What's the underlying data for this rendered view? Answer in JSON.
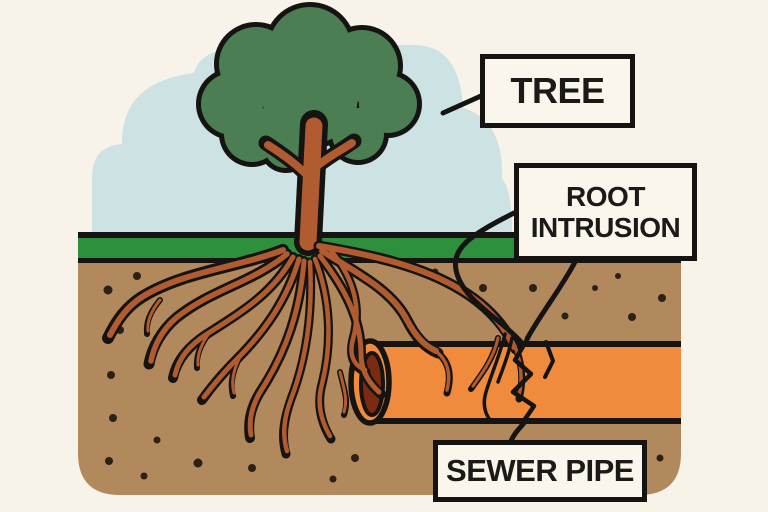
{
  "diagram": {
    "labels": {
      "tree": "TREE",
      "root_intrusion": "ROOT INTRUSION",
      "sewer_pipe": "SEWER PIPE"
    }
  },
  "colors": {
    "background": "#f8f3e8",
    "sky_blue": "#cde2e3",
    "canopy_green": "#4b7e52",
    "grass_green": "#2e8f3c",
    "soil_brown": "#b2895d",
    "wood_brown": "#b05c30",
    "pipe_orange": "#f08b3e",
    "pipe_interior": "#7b2c10",
    "outline": "#161412",
    "label_background": "#faf6ec",
    "label_text": "#1c1a18"
  }
}
